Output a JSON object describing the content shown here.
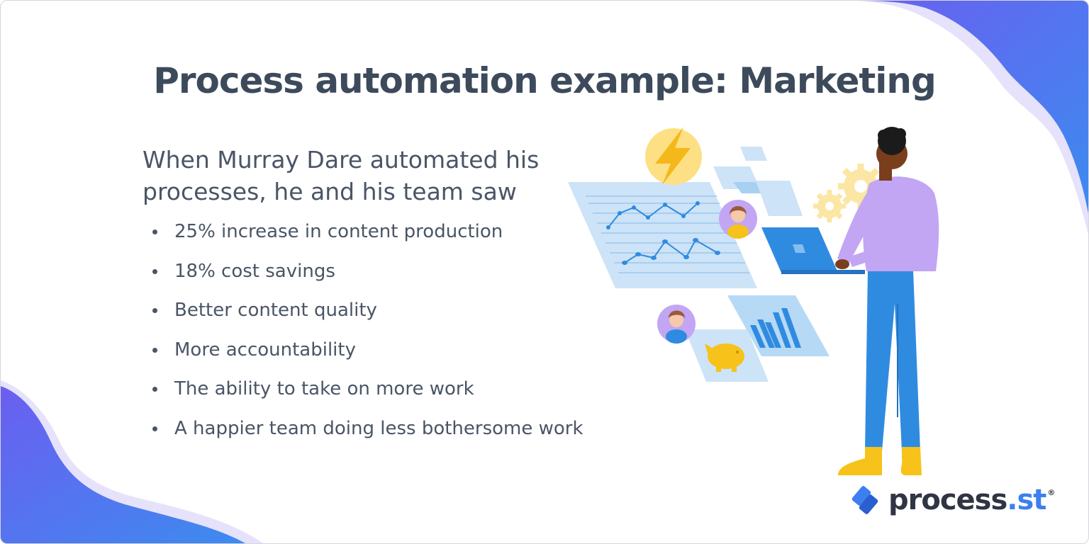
{
  "slide": {
    "title": "Process automation example: Marketing",
    "intro": "When Murray Dare automated his processes, he and his team saw",
    "bullets": [
      "25% increase in content production",
      "18% cost savings",
      "Better content quality",
      "More accountability",
      "The ability to take on more work",
      "A happier team doing less bothersome work"
    ]
  },
  "logo": {
    "name": "process",
    "dot_suffix": ".st",
    "registered": "®"
  },
  "colors": {
    "title": "#3d4a5c",
    "body_text": "#4a5566",
    "blob_start": "#6b5ef0",
    "blob_end": "#3d8bef",
    "blob_shadow": "#e6e2fb",
    "logo_accent": "#3d7ff0"
  },
  "illustration": {
    "icons": [
      "lightning-bolt-icon",
      "gear-icon",
      "laptop-icon",
      "piggy-bank-icon",
      "bar-chart-icon",
      "line-chart-icon",
      "avatar-icon"
    ]
  }
}
